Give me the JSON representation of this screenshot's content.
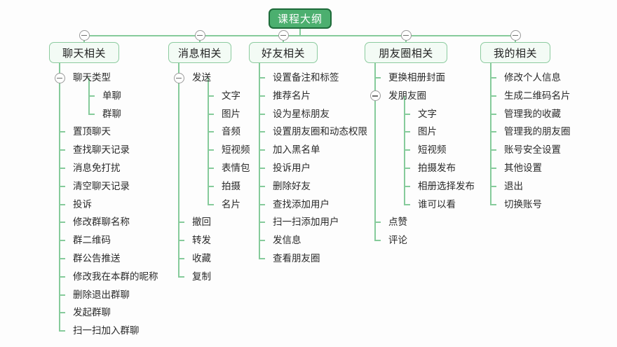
{
  "diagram": {
    "title": "课程大纲",
    "type": "mindmap",
    "colors": {
      "root_fill": "#4caf6f",
      "root_border": "#1e6b3a",
      "root_text": "#ffffff",
      "node_fill": "#f3fbf5",
      "node_border": "#8ccb9f",
      "line": "#86cb9b",
      "text": "#2a2a2a",
      "background": "#fdfdfd"
    },
    "toggle_icon": "collapse-minus-icon",
    "root": {
      "label": "课程大纲",
      "collapsed": false
    },
    "branches": [
      {
        "label": "聊天相关",
        "children": [
          {
            "label": "聊天类型",
            "has_toggle": true,
            "children": [
              {
                "label": "单聊"
              },
              {
                "label": "群聊"
              }
            ]
          },
          {
            "label": "置顶聊天"
          },
          {
            "label": "查找聊天记录"
          },
          {
            "label": "消息免打扰"
          },
          {
            "label": "清空聊天记录"
          },
          {
            "label": "投诉"
          },
          {
            "label": "修改群聊名称"
          },
          {
            "label": "群二维码"
          },
          {
            "label": "群公告推送"
          },
          {
            "label": "修改我在本群的昵称"
          },
          {
            "label": "删除退出群聊"
          },
          {
            "label": "发起群聊"
          },
          {
            "label": "扫一扫加入群聊"
          }
        ]
      },
      {
        "label": "消息相关",
        "children": [
          {
            "label": "发送",
            "has_toggle": true,
            "children": [
              {
                "label": "文字"
              },
              {
                "label": "图片"
              },
              {
                "label": "音频"
              },
              {
                "label": "短视频"
              },
              {
                "label": "表情包"
              },
              {
                "label": "拍摄"
              },
              {
                "label": "名片"
              }
            ]
          },
          {
            "label": "撤回"
          },
          {
            "label": "转发"
          },
          {
            "label": "收藏"
          },
          {
            "label": "复制"
          }
        ]
      },
      {
        "label": "好友相关",
        "children": [
          {
            "label": "设置备注和标签"
          },
          {
            "label": "推荐名片"
          },
          {
            "label": "设为星标朋友"
          },
          {
            "label": "设置朋友圈和动态权限"
          },
          {
            "label": "加入黑名单"
          },
          {
            "label": "投诉用户"
          },
          {
            "label": "删除好友"
          },
          {
            "label": "查找添加用户"
          },
          {
            "label": "扫一扫添加用户"
          },
          {
            "label": "发信息"
          },
          {
            "label": "查看朋友圈"
          }
        ]
      },
      {
        "label": "朋友圈相关",
        "children": [
          {
            "label": "更换相册封面"
          },
          {
            "label": "发朋友圈",
            "has_toggle": true,
            "children": [
              {
                "label": "文字"
              },
              {
                "label": "图片"
              },
              {
                "label": "短视频"
              },
              {
                "label": "拍摄发布"
              },
              {
                "label": "相册选择发布"
              },
              {
                "label": "谁可以看"
              }
            ]
          },
          {
            "label": "点赞"
          },
          {
            "label": "评论"
          }
        ]
      },
      {
        "label": "我的相关",
        "children": [
          {
            "label": "修改个人信息"
          },
          {
            "label": "生成二维码名片"
          },
          {
            "label": "管理我的收藏"
          },
          {
            "label": "管理我的朋友圈"
          },
          {
            "label": "账号安全设置"
          },
          {
            "label": "其他设置"
          },
          {
            "label": "退出"
          },
          {
            "label": "切换账号"
          }
        ]
      }
    ]
  }
}
